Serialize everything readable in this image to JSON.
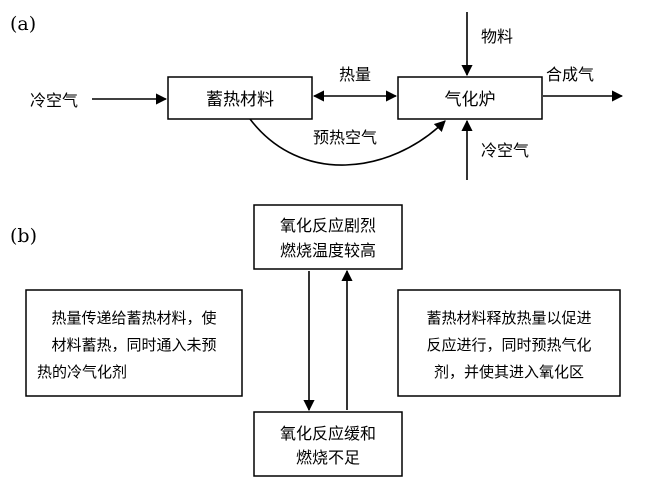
{
  "panel_a": {
    "label": "(a)",
    "cold_air_in": "冷空气",
    "heat_storage_box": "蓄热材料",
    "heat_label": "热量",
    "gasifier_box": "气化炉",
    "material_label": "物料",
    "syngas_label": "合成气",
    "preheated_air_label": "预热空气",
    "cold_air_bottom": "冷空气"
  },
  "panel_b": {
    "label": "(b)",
    "top_box": [
      "氧化反应剧烈",
      "燃烧温度较高"
    ],
    "bottom_box": [
      "氧化反应缓和",
      "燃烧不足"
    ],
    "left_box": [
      "热量传递给蓄热材料，使",
      "材料蓄热，同时通入未预",
      "热的冷气化剂"
    ],
    "right_box": [
      "蓄热材料释放热量以促进",
      "反应进行，同时预热气化",
      "剂，并使其进入氧化区"
    ]
  }
}
